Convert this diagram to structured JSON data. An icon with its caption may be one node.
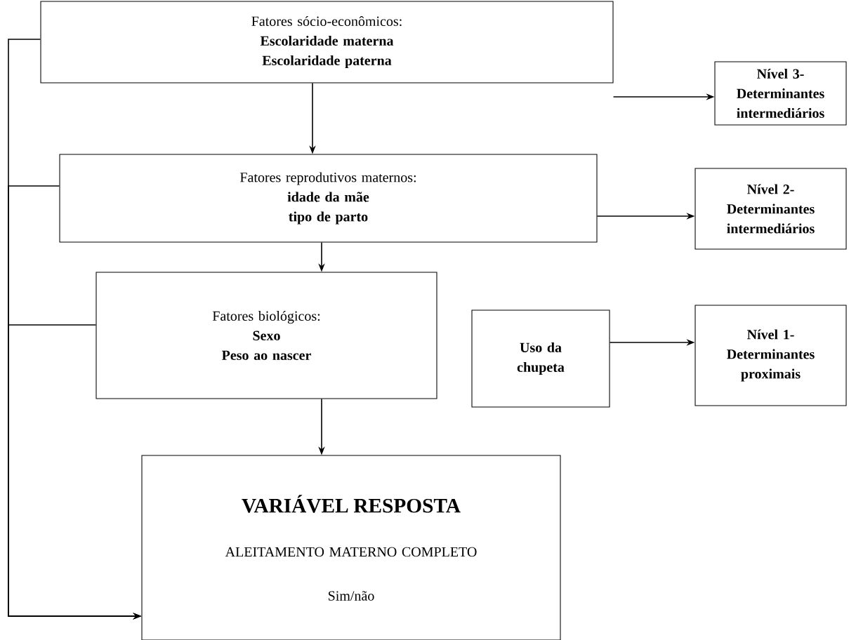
{
  "diagram": {
    "nodes": [
      {
        "text": [
          "Fatores sócio-econômicos:",
          "Escolaridade materna",
          "Escolaridade paterna"
        ]
      },
      {
        "text": [
          "Nível 3- Determinantes intermediários"
        ]
      },
      {
        "text": [
          "Fatores reprodutivos maternos:",
          "idade da mãe",
          "tipo de parto"
        ]
      },
      {
        "text": [
          "Nível 2- Determinantes intermediários"
        ]
      },
      {
        "text": [
          "Fatores biológicos:",
          "Sexo",
          "Peso ao nascer"
        ]
      },
      {
        "text": [
          "Uso da chupeta"
        ]
      },
      {
        "text": [
          "Nível 1- Determinantes proximais"
        ]
      },
      {
        "text": [
          "VARIÁVEL RESPOSTA",
          "ALEITAMENTO MATERNO COMPLETO",
          "Sim/não"
        ]
      }
    ],
    "edges": [
      {
        "from": 0,
        "to": 1,
        "arrow": "to"
      },
      {
        "from": 0,
        "to": 2,
        "arrow": "to"
      },
      {
        "from": 2,
        "to": 3,
        "arrow": "to"
      },
      {
        "from": 2,
        "to": 4,
        "arrow": "to"
      },
      {
        "from": 5,
        "to": 6,
        "arrow": "to"
      },
      {
        "from": 4,
        "to": 7,
        "arrow": "to"
      },
      {
        "from": 0,
        "to": 7,
        "arrow": "to"
      },
      {
        "from": 2,
        "to": 7,
        "arrow": "to"
      },
      {
        "from": 4,
        "to": 7,
        "arrow": "to"
      }
    ]
  }
}
